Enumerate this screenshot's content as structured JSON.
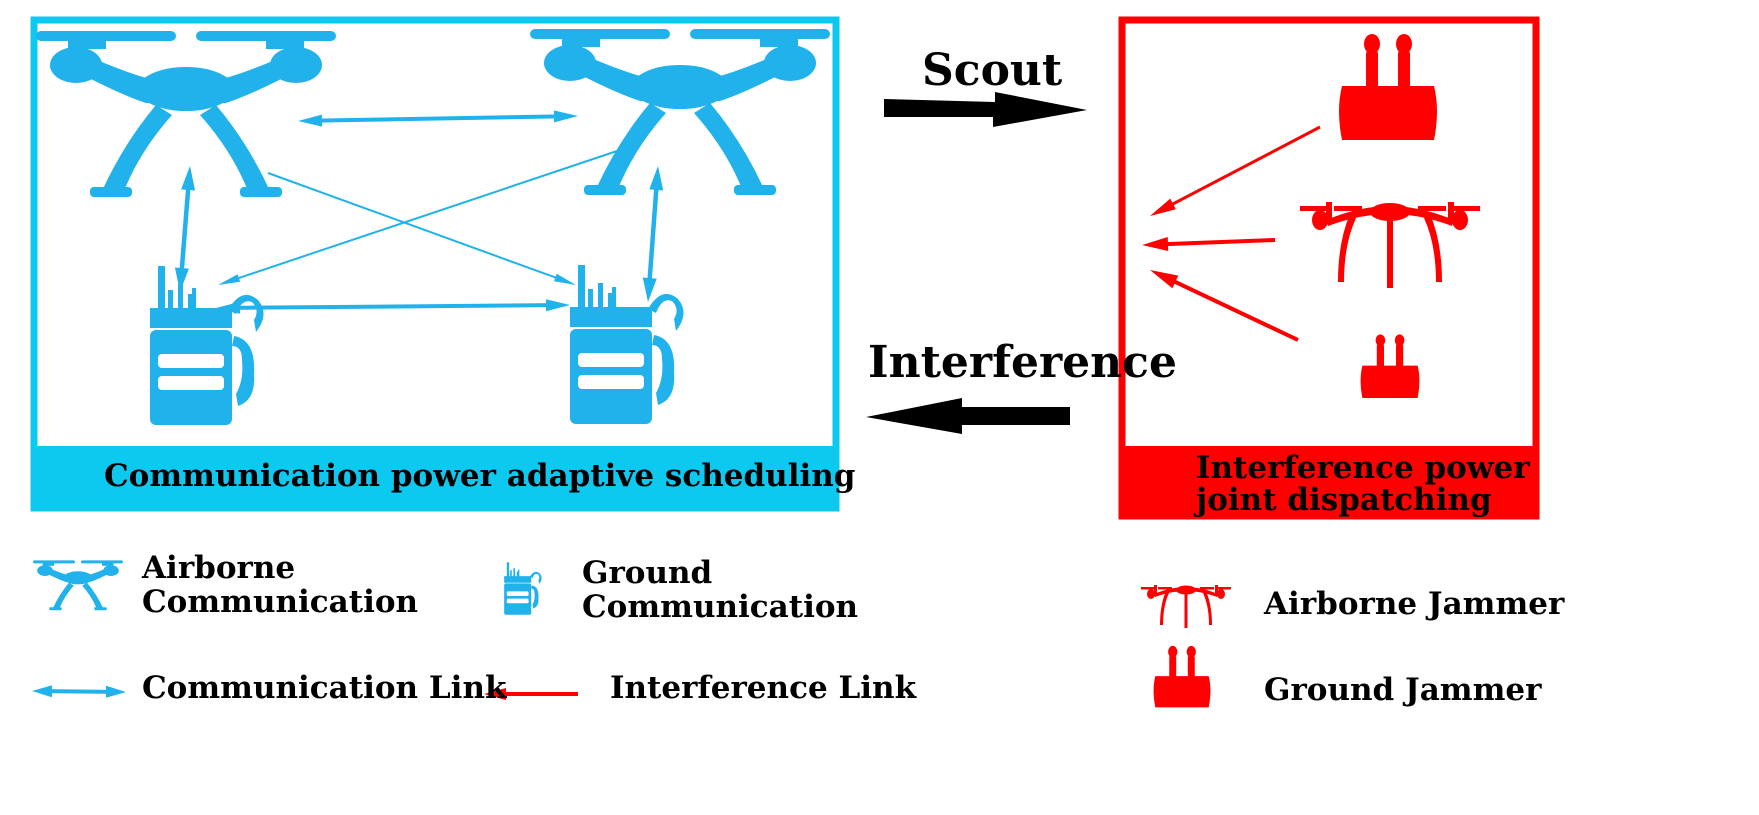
{
  "colors": {
    "communication": "#0dc9f0",
    "comm_icon": "#21b2ec",
    "interference": "#ff0000",
    "arrow_black": "#000000",
    "background": "#ffffff"
  },
  "communication_panel": {
    "caption": "Communication power adaptive scheduling",
    "nodes": [
      {
        "id": "airborne-1",
        "kind": "airborne-communication"
      },
      {
        "id": "airborne-2",
        "kind": "airborne-communication"
      },
      {
        "id": "ground-1",
        "kind": "ground-communication"
      },
      {
        "id": "ground-2",
        "kind": "ground-communication"
      }
    ],
    "links": [
      {
        "from": "airborne-1",
        "to": "airborne-2",
        "type": "communication-link"
      },
      {
        "from": "ground-1",
        "to": "ground-2",
        "type": "communication-link"
      },
      {
        "from": "airborne-1",
        "to": "ground-1",
        "type": "communication-link"
      },
      {
        "from": "airborne-2",
        "to": "ground-2",
        "type": "communication-link"
      },
      {
        "from": "airborne-1",
        "to": "ground-2",
        "type": "communication-link"
      },
      {
        "from": "airborne-2",
        "to": "ground-1",
        "type": "communication-link"
      }
    ]
  },
  "interference_panel": {
    "caption_line1": "Interference power",
    "caption_line2": "joint dispatching",
    "nodes": [
      {
        "id": "ground-jammer-1",
        "kind": "ground-jammer"
      },
      {
        "id": "airborne-jammer",
        "kind": "airborne-jammer"
      },
      {
        "id": "ground-jammer-2",
        "kind": "ground-jammer"
      }
    ],
    "links": [
      {
        "from": "ground-jammer-1",
        "type": "interference-link"
      },
      {
        "from": "airborne-jammer",
        "type": "interference-link"
      },
      {
        "from": "ground-jammer-2",
        "type": "interference-link"
      }
    ]
  },
  "flow": {
    "scout_label": "Scout",
    "interference_label": "Interference"
  },
  "legend": {
    "airborne_comm_line1": "Airborne",
    "airborne_comm_line2": "Communication",
    "ground_comm_line1": "Ground",
    "ground_comm_line2": "Communication",
    "comm_link": "Communication Link",
    "interference_link": "Interference Link",
    "airborne_jammer": "Airborne Jammer",
    "ground_jammer": "Ground  Jammer"
  }
}
